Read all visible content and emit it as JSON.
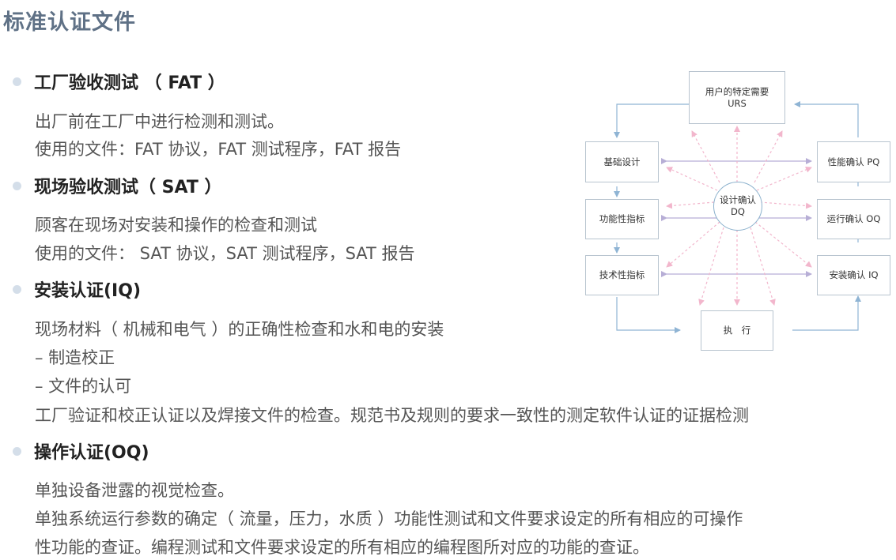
{
  "page": {
    "title": "标准认证文件"
  },
  "sections": [
    {
      "heading": "工厂验收测试 （ FAT ）",
      "lines": [
        "出厂前在工厂中进行检测和测试。",
        "使用的文件：FAT 协议，FAT 测试程序，FAT 报告"
      ]
    },
    {
      "heading": "现场验收测试（ SAT ）",
      "lines": [
        "顾客在现场对安装和操作的检查和测试",
        "使用的文件： SAT 协议，SAT 测试程序，SAT 报告"
      ]
    },
    {
      "heading": "安装认证(IQ)",
      "lines": [
        "现场材料（ 机械和电气 ）的正确性检查和水和电的安装",
        " – 制造校正",
        " – 文件的认可",
        "工厂验证和校正认证以及焊接文件的检查。规范书及规则的要求一致性的测定软件认证的证据检测"
      ]
    },
    {
      "heading": "操作认证(OQ)",
      "lines": [
        "单独设备泄露的视觉检查。",
        "单独系统运行参数的确定（ 流量，压力，水质 ）功能性测试和文件要求设定的所有相应的可操作",
        "性功能的查证。编程测试和文件要求设定的所有相应的编程图所对应的功能的查证。"
      ]
    }
  ],
  "diagram": {
    "top": {
      "line1": "用户的特定需要",
      "line2": "URS"
    },
    "basic_design": "基础设计",
    "functional_spec": "功能性指标",
    "technical_spec": "技术性指标",
    "pq": "性能确认 PQ",
    "oq": "运行确认 OQ",
    "iq": "安装确认 IQ",
    "execute": "执　行",
    "center": {
      "line1": "设计确认",
      "line2": "DQ"
    }
  }
}
